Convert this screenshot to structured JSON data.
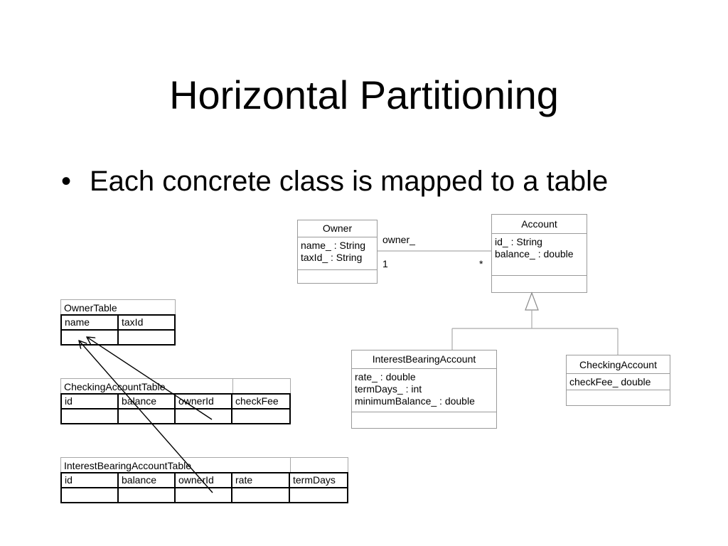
{
  "slide": {
    "title": "Horizontal Partitioning",
    "bullet": "Each concrete class is mapped to a table"
  },
  "uml": {
    "owner": {
      "name": "Owner",
      "attributes": [
        "name_ : String",
        "taxId_ : String"
      ]
    },
    "account": {
      "name": "Account",
      "attributes": [
        "id_ : String",
        "balance_ : double"
      ]
    },
    "interest_bearing_account": {
      "name": "InterestBearingAccount",
      "attributes": [
        "rate_ : double",
        "termDays_ : int",
        "minimumBalance_ : double"
      ]
    },
    "checking_account": {
      "name": "CheckingAccount",
      "attributes": [
        "checkFee_ double"
      ]
    },
    "association": {
      "role": "owner_",
      "owner_multiplicity": "1",
      "account_multiplicity": "*"
    }
  },
  "tables": {
    "owner_table": {
      "name": "OwnerTable",
      "columns": [
        "name",
        "taxId"
      ]
    },
    "checking_account_table": {
      "name": "CheckingAccountTable",
      "columns": [
        "id",
        "balance",
        "ownerId",
        "checkFee"
      ]
    },
    "interest_bearing_account_table": {
      "name": "InterestBearingAccountTable",
      "columns": [
        "id",
        "balance",
        "ownerId",
        "rate",
        "termDays"
      ]
    }
  }
}
